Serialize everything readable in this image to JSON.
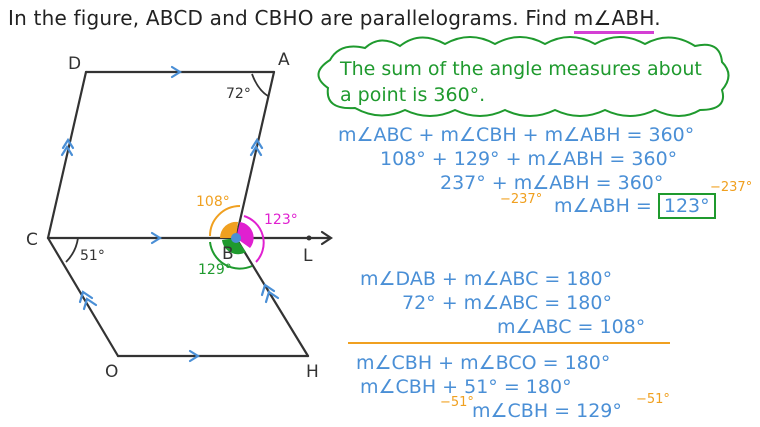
{
  "header": {
    "title_prefix": "In the figure, ABCD and CBHO are parallelograms. Find ",
    "title_target": "m∠ABH",
    "title_suffix": "."
  },
  "figure": {
    "points": {
      "D": "D",
      "A": "A",
      "C": "C",
      "B": "B",
      "L": "L",
      "O": "O",
      "H": "H"
    },
    "angles": {
      "DAB": "72°",
      "BCO": "51°",
      "ABC": "108°",
      "ABH": "123°",
      "CBH": "129°"
    }
  },
  "note": {
    "line1": "The sum of the angle measures about",
    "line2": "a point is 360°."
  },
  "solution_sum": [
    {
      "text": "m∠ABC + m∠CBH + m∠ABH = 360°"
    },
    {
      "text": "108°  +  129° + m∠ABH = 360°"
    },
    {
      "text": "237°   +  m∠ABH = 360°"
    },
    {
      "side_note": "−237°"
    },
    {
      "side_note": "−237°"
    },
    {
      "text": "m∠ABH = ",
      "answer": "123°"
    }
  ],
  "solution_abc": [
    {
      "text": "m∠DAB  +  m∠ABC  = 180°"
    },
    {
      "text": "72°   +  m∠ABC = 180°"
    },
    {
      "text": "m∠ABC  =  108°"
    }
  ],
  "solution_cbh": [
    {
      "text": "m∠CBH + m∠BCO  = 180°"
    },
    {
      "text": "m∠CBH  +  51°      = 180°"
    },
    {
      "side_note": "−51°"
    },
    {
      "text": "m∠CBH = 129°"
    },
    {
      "side_note": "−51°"
    }
  ],
  "colors": {
    "blue": "#4a8fd6",
    "orange": "#f0a020",
    "green": "#1f9a2e",
    "pink": "#e020d0",
    "ink": "#333333"
  }
}
